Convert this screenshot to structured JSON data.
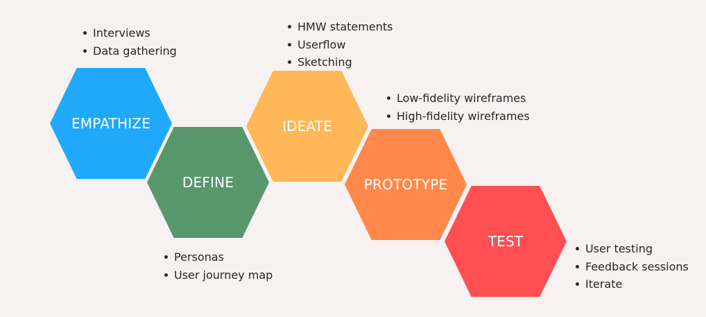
{
  "stages": [
    {
      "label": "EMPATHIZE",
      "color": "#20a9fa",
      "notes": [
        "Interviews",
        "Data gathering"
      ]
    },
    {
      "label": "DEFINE",
      "color": "#58976c",
      "notes": [
        "Personas",
        "User journey map"
      ]
    },
    {
      "label": "IDEATE",
      "color": "#ffb757",
      "notes": [
        "HMW statements",
        "Userflow",
        "Sketching"
      ]
    },
    {
      "label": "PROTOTYPE",
      "color": "#ff884a",
      "notes": [
        "Low-fidelity wireframes",
        "High-fidelity wireframes"
      ]
    },
    {
      "label": "TEST",
      "color": "#ff4f52",
      "notes": [
        "User testing",
        "Feedback sessions",
        "Iterate"
      ]
    }
  ]
}
